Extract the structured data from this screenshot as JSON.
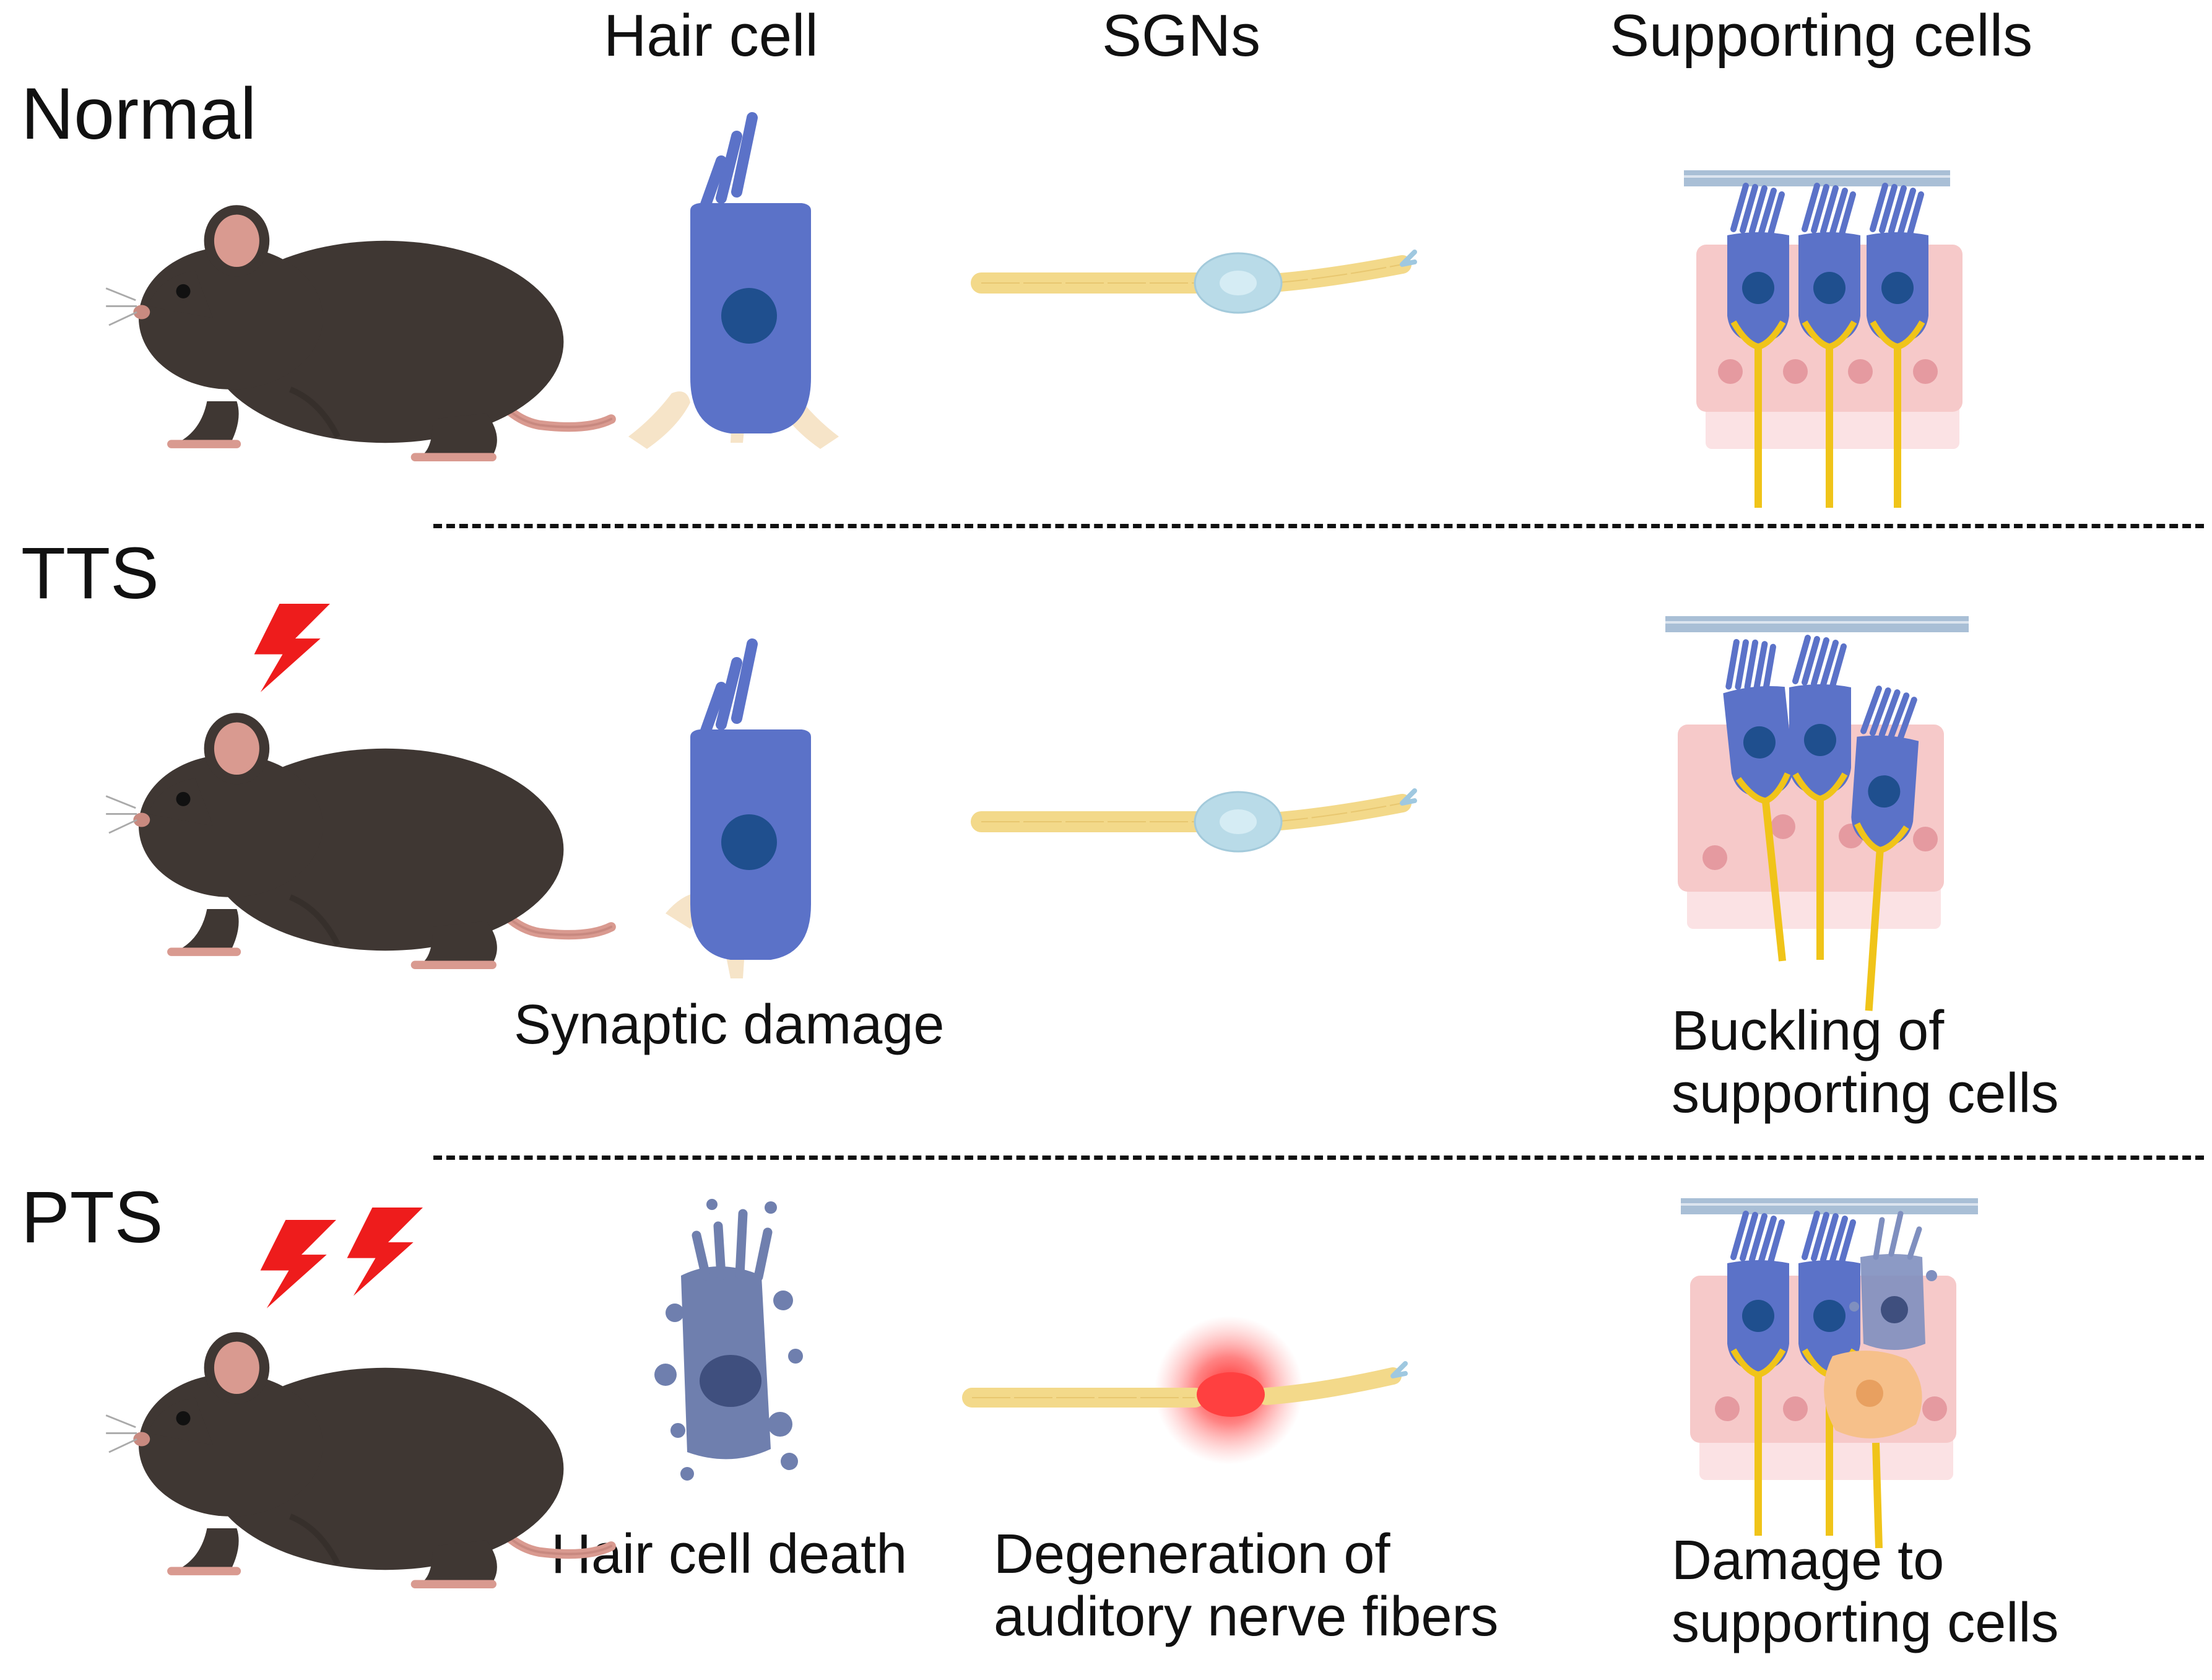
{
  "columns": {
    "hair_cell": "Hair cell",
    "sgns": "SGNs",
    "supporting": "Supporting cells"
  },
  "rows": {
    "normal": "Normal",
    "tts": "TTS",
    "pts": "PTS"
  },
  "captions": {
    "synaptic_damage": "Synaptic damage",
    "buckling": "Buckling of\nsupporting cells",
    "hair_cell_death": "Hair cell death",
    "degeneration": "Degeneration of\nauditory nerve fibers",
    "damage_supporting": "Damage to\nsupporting cells"
  },
  "colors": {
    "mouse_fur": "#3f3733",
    "mouse_ear": "#d99a90",
    "hair_cell": "#5b72c8",
    "nucleus": "#1f4f8e",
    "synapse": "#f6e4c8",
    "axon": "#f3d98a",
    "soma": "#b9dbe8",
    "tissue": "#f6c9c9",
    "membrane": "#a9bfd6",
    "dead_cell": "#6f7fae",
    "lightning": "#ee1c1c",
    "degeneration": "#ff3b3b"
  },
  "icons": [
    "mouse-icon",
    "lightning-icon",
    "hair-cell-icon",
    "neuron-icon",
    "organ-of-corti-icon"
  ]
}
